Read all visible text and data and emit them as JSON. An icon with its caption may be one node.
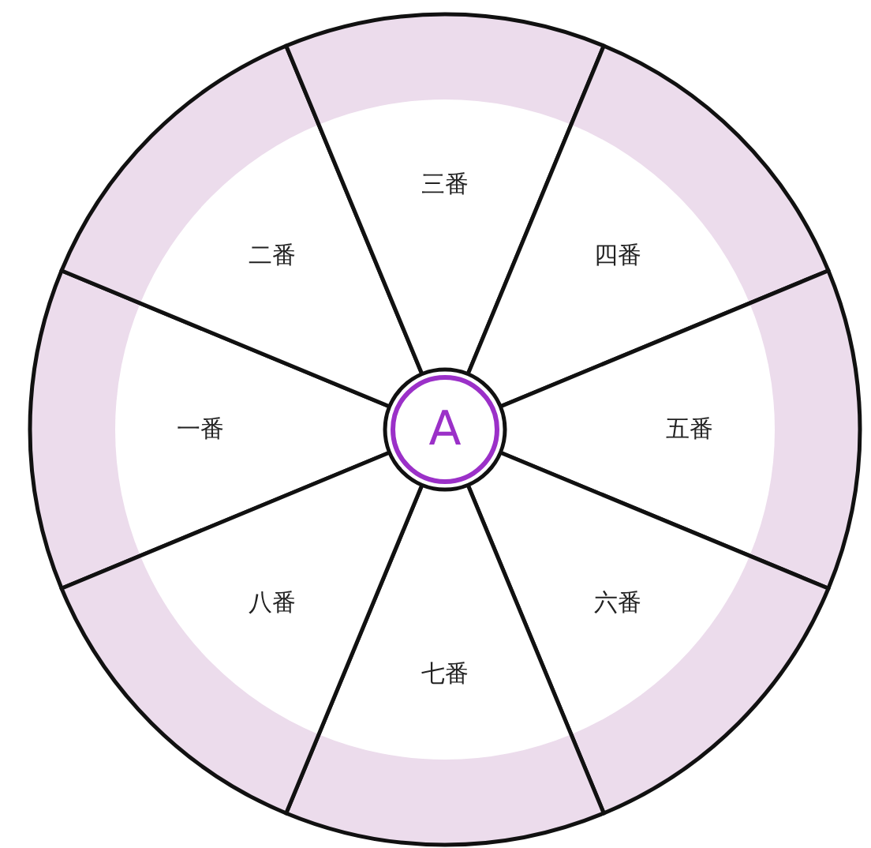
{
  "diagram": {
    "nodes": [
      {
        "text": [
          "一番"
        ]
      },
      {
        "text": [
          "二番"
        ]
      },
      {
        "text": [
          "三番"
        ]
      },
      {
        "text": [
          "四番"
        ]
      },
      {
        "text": [
          "五番"
        ]
      },
      {
        "text": [
          "六番"
        ]
      },
      {
        "text": [
          "七番"
        ]
      },
      {
        "text": [
          "八番"
        ]
      },
      {
        "text": [
          "A"
        ]
      }
    ]
  }
}
